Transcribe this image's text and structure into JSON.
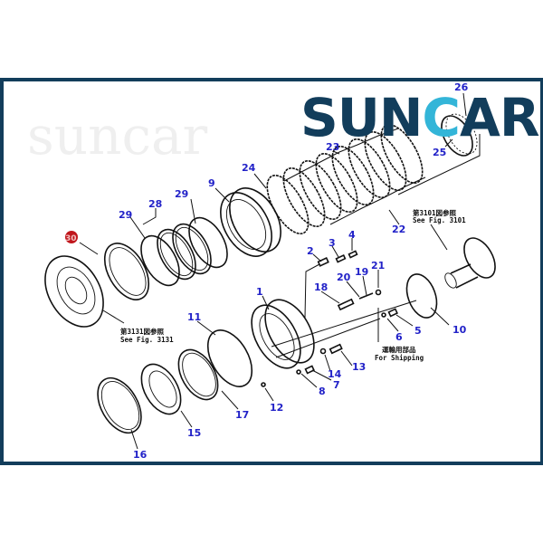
{
  "logo": {
    "text_left": "SUN",
    "text_c": "C",
    "text_right": "AR",
    "primary_color": "#123d5b",
    "accent_color": "#33b5d8"
  },
  "watermark": "suncar",
  "callouts": {
    "p1": "1",
    "p2": "2",
    "p3": "3",
    "p4": "4",
    "p5": "5",
    "p6": "6",
    "p7": "7",
    "p8": "8",
    "p9": "9",
    "p10": "10",
    "p11": "11",
    "p12": "12",
    "p13": "13",
    "p14": "14",
    "p15": "15",
    "p16": "16",
    "p17": "17",
    "p18": "18",
    "p19": "19",
    "p20": "20",
    "p21": "21",
    "p22": "22",
    "p23": "23",
    "p24": "24",
    "p25": "25",
    "p26": "26",
    "p28": "28",
    "p29a": "29",
    "p29b": "29",
    "p30": "30"
  },
  "highlight": {
    "part": "30",
    "color": "#c0161c"
  },
  "notes": {
    "fig3101_jp": "第3101図参照",
    "fig3101_en": "See Fig. 3101",
    "fig3131_jp": "第3131図参照",
    "fig3131_en": "See Fig. 3131",
    "shipping_jp": "運輸用部品",
    "shipping_en": "For Shipping"
  }
}
